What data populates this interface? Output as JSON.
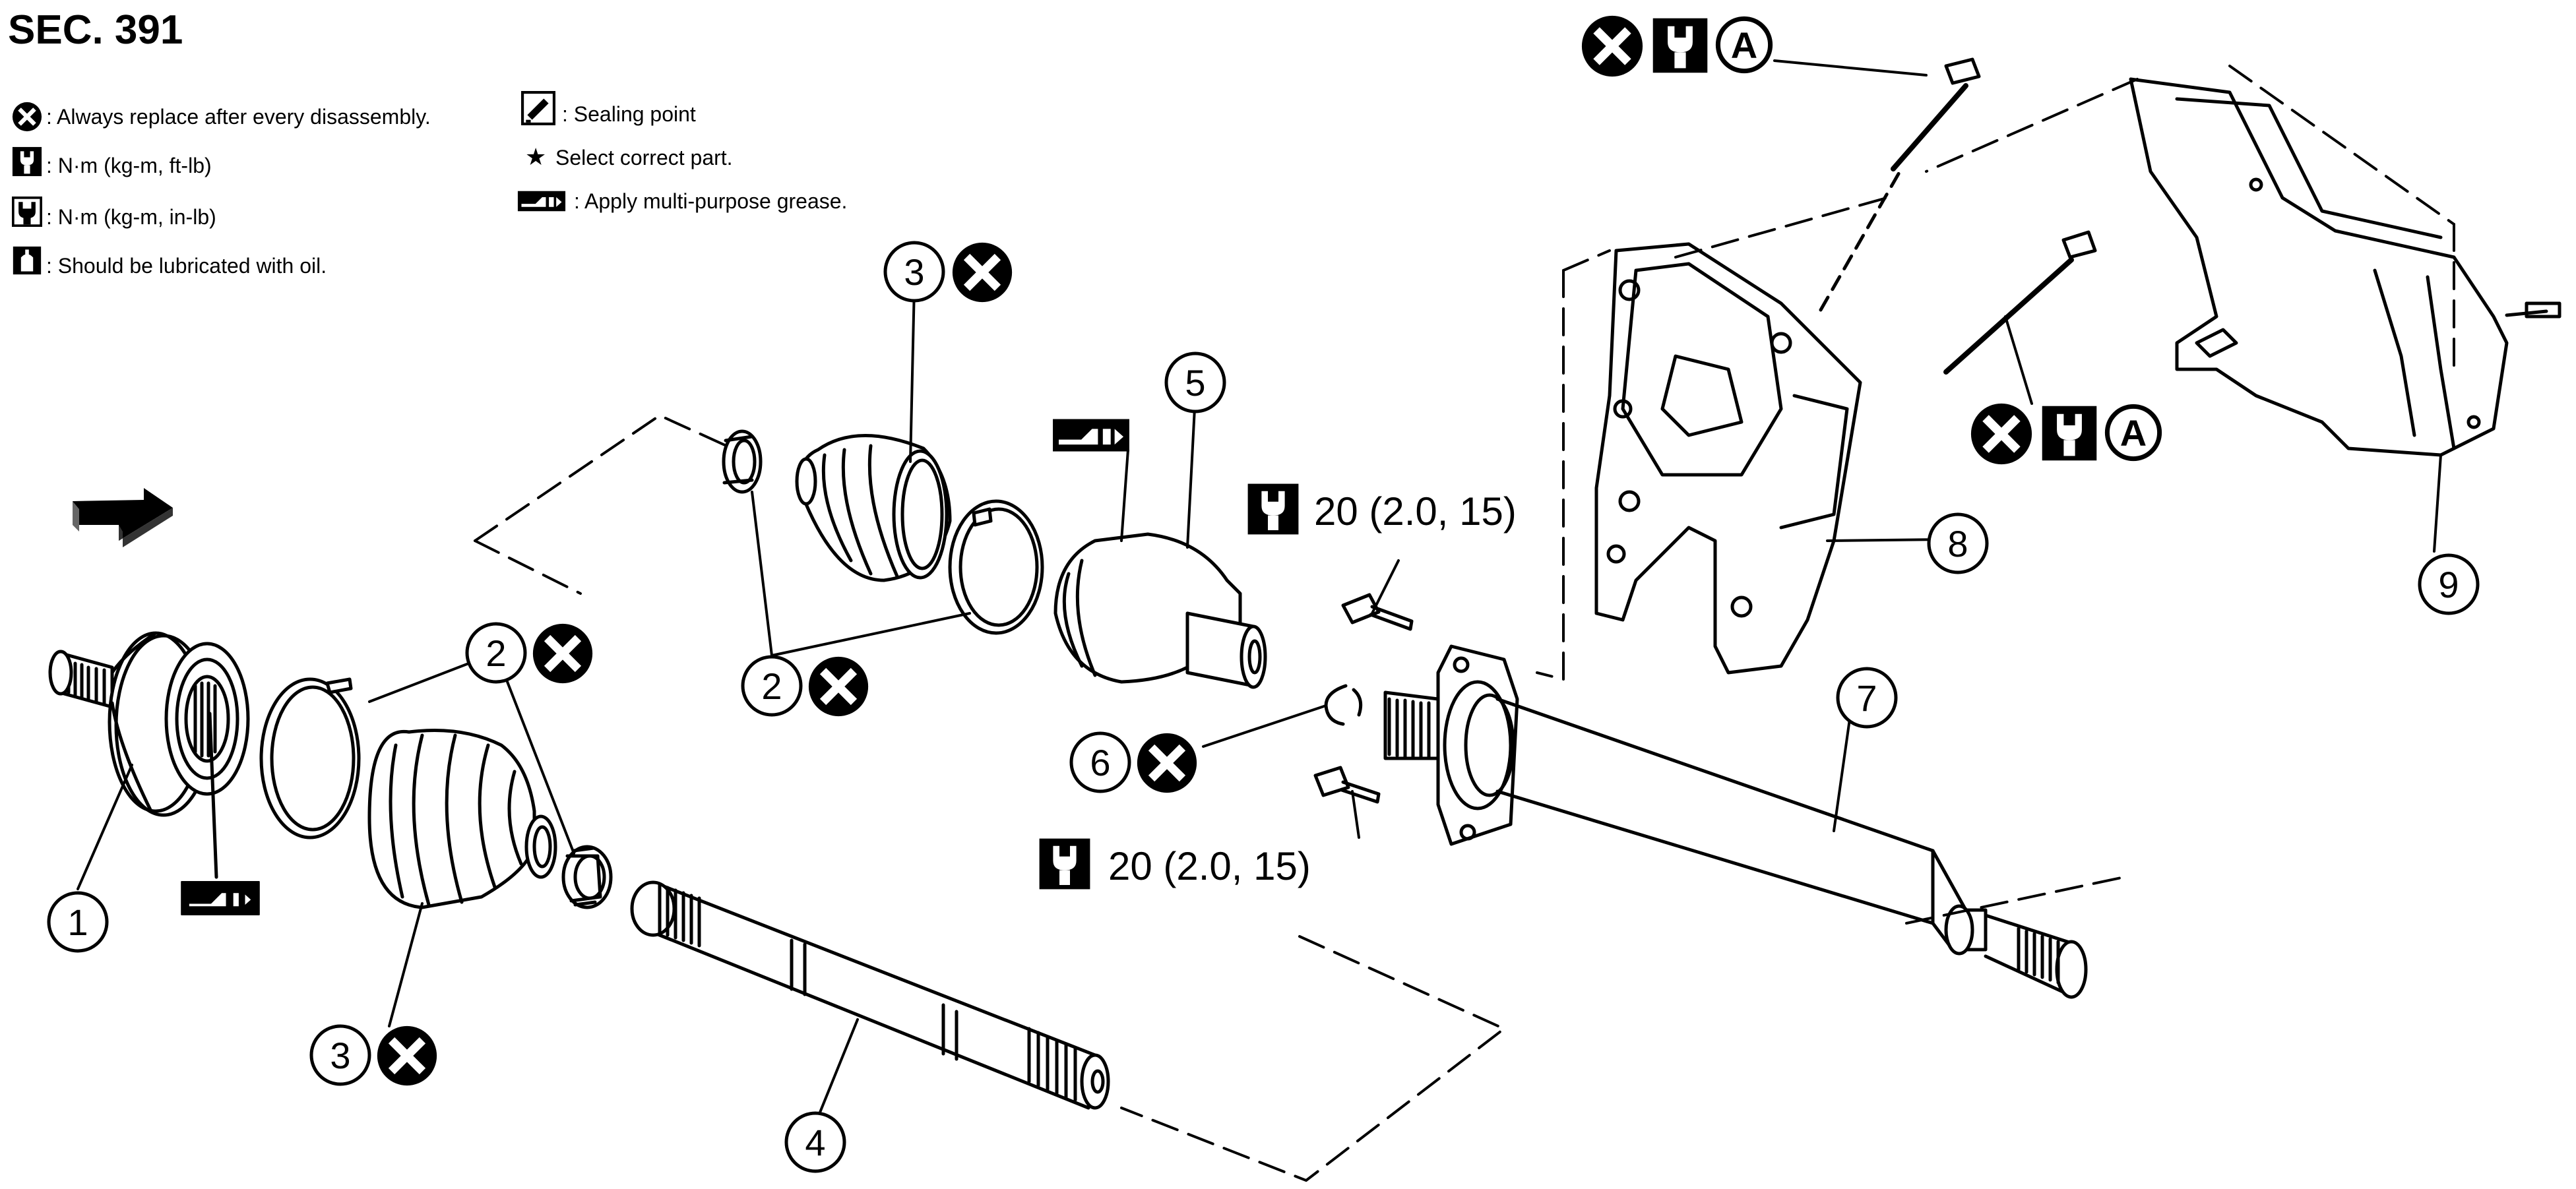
{
  "section_title": "SEC. 391",
  "legend": {
    "always_replace": ": Always replace after every disassembly.",
    "torque_nm": ": N·m (kg-m, ft-lb)",
    "torque_in": ": N·m (kg-m, in-lb)",
    "lubricate_oil": ": Should be lubricated with oil.",
    "sealing_point": ": Sealing point",
    "select_part": "Select correct part.",
    "multi_purpose_grease": ": Apply multi-purpose grease."
  },
  "callouts": {
    "n1": "1",
    "n2": "2",
    "n3": "3",
    "n4": "4",
    "n5": "5",
    "n6": "6",
    "n7": "7",
    "n8": "8",
    "n9": "9"
  },
  "torque_spec": "20 (2.0, 15)",
  "bolt_mark": "A",
  "icons": {
    "always_replace": "x-circle-icon",
    "torque_ft": "wrench-socket-icon",
    "torque_in": "wrench-socket-filled-icon",
    "oil": "oil-can-icon",
    "sealing": "sealant-tube-icon",
    "select": "star-icon",
    "grease": "grease-gun-icon",
    "direction": "front-arrow-icon"
  },
  "colors": {
    "ink": "#000000",
    "paper": "#ffffff"
  }
}
